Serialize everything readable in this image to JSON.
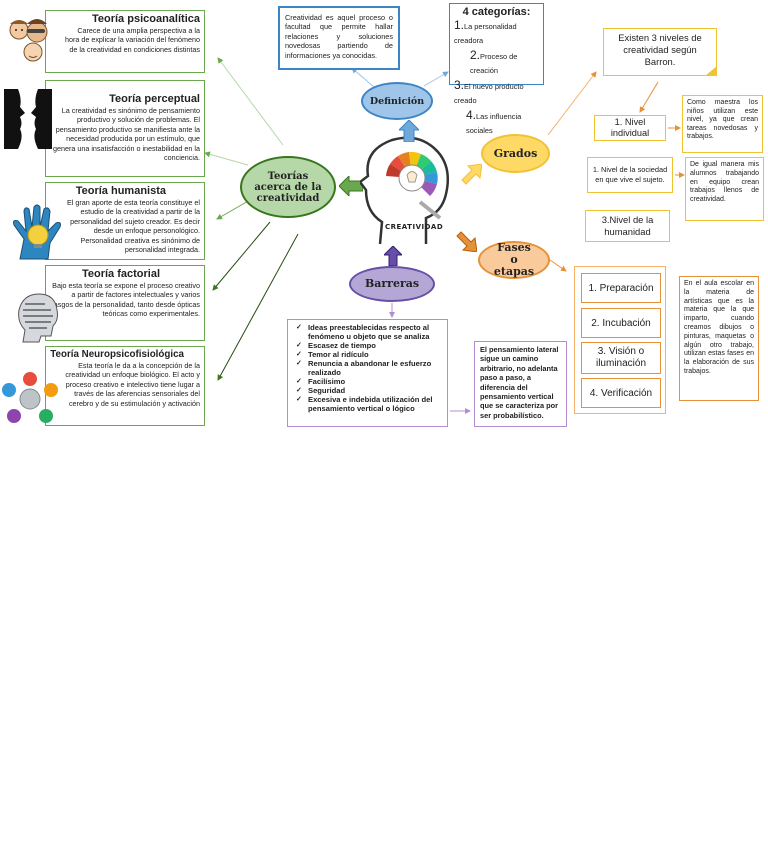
{
  "center": {
    "label": "CREATIVIDAD"
  },
  "theories_node": {
    "label": "Teorías acerca de la creatividad"
  },
  "definition_node": {
    "label": "Definición"
  },
  "definition_text": "Creatividad es aquel proceso o facultad que permite hallar relaciones y soluciones novedosas partiendo de informaciones ya conocidas.",
  "categories": {
    "title": "4 categorías:",
    "items": [
      {
        "num": "1.",
        "text": "La personalidad creadora"
      },
      {
        "num": "2.",
        "text": "Proceso de creación"
      },
      {
        "num": "3.",
        "text": "El nuevo producto creado"
      },
      {
        "num": "4.",
        "text": "Las influencia sociales"
      }
    ]
  },
  "grades_node": {
    "label": "Grados"
  },
  "barron_note": "Existen 3 niveles de creatividad según Barron.",
  "levels": [
    {
      "label": "1. Nivel individual",
      "note": "Como maestra los niños utilizan este nivel, ya que crean tareas novedosas y trabajos."
    },
    {
      "label": "1. Nivel de la sociedad en que vive el sujeto.",
      "note": "De igual manera mis alumnos trabajando en equipo crean trabajos llenos de creatividad."
    },
    {
      "label": "3.Nivel de la humanidad",
      "note": ""
    }
  ],
  "phases_node": {
    "label": "Fases o etapas"
  },
  "phases": [
    "1. Preparación",
    "2. Incubación",
    "3. Visión o iluminación",
    "4. Verificación"
  ],
  "phases_note": "En el aula escolar en la materia de artísticas que es la materia que la que imparto, cuando creamos dibujos o pinturas, maquetas o algún otro trabajo, utilizan estas fases en la elaboración de sus trabajos.",
  "barriers_node": {
    "label": "Barreras"
  },
  "barriers": [
    "Ideas preestablecidas respecto al fenómeno u objeto que se analiza",
    "Escasez de tiempo",
    "Temor al ridículo",
    "Renuncia a abandonar le esfuerzo realizado",
    "Facilísimo",
    "Seguridad",
    "Excesiva e indebida utilización del pensamiento vertical o lógico"
  ],
  "lateral_note": "El pensamiento lateral sigue un camino arbitrario, no adelanta paso a paso, a diferencia del pensamiento vertical que se caracteriza por ser probabilístico.",
  "theories": [
    {
      "title": "Teoría psicoanalítica",
      "text": "Carece de una amplia perspectiva a la hora de explicar la variación del fenómeno de la creatividad en condiciones distintas",
      "icon": "people-thinking-icon"
    },
    {
      "title": "Teoría perceptual",
      "text": "La creatividad es sinónimo de pensamiento productivo y solución de problemas. El pensamiento productivo se manifiesta ante la necesidad producida por un estímulo, que genera una insatisfacción o inestabilidad en la conciencia.",
      "icon": "faces-silhouette-icon"
    },
    {
      "title": "Teoría humanista",
      "text": "El gran aporte de esta teoría constituye el estudio de la creatividad a partir de la personalidad del sujeto creador. Es decir desde un enfoque personológico. Personalidad creativa es sinónimo de personalidad integrada.",
      "icon": "hand-bulb-icon"
    },
    {
      "title": "Teoría factorial",
      "text": "Bajo esta teoría se expone el proceso creativo a partir de factores intelectuales y varios rasgos de la personalidad, tanto desde ópticas teóricas como experimentales.",
      "icon": "head-collage-icon"
    },
    {
      "title": "Teoría Neuropsicofisiológica",
      "text": "Esta teoría le da a la concepción de la creatividad un enfoque biológico. El acto y proceso creativo e intelectivo tiene lugar a través de las aferencias sensoriales del cerebro y de su estimulación y activación",
      "icon": "brain-network-icon"
    }
  ],
  "colors": {
    "green": "#6aa84f",
    "orange": "#e69138",
    "yellow": "#f1c232",
    "blue": "#3d85c6",
    "purple": "#8e7cc3"
  }
}
